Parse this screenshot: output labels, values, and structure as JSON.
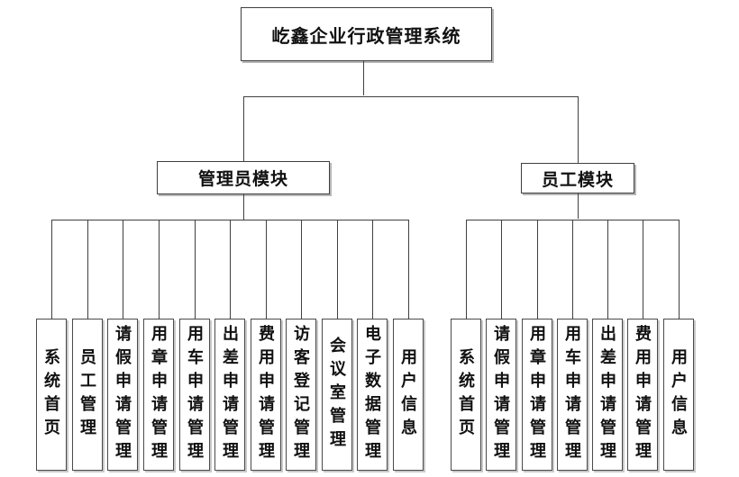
{
  "diagram": {
    "title": "屹鑫企业行政管理系统",
    "modules": [
      {
        "label": "管理员模块",
        "children": [
          "系统首页",
          "员工管理",
          "请假申请管理",
          "用章申请管理",
          "用车申请管理",
          "出差申请管理",
          "费用申请管理",
          "访客登记管理",
          "会议室管理",
          "电子数据管理",
          "用户信息"
        ]
      },
      {
        "label": "员工模块",
        "children": [
          "系统首页",
          "请假申请管理",
          "用章申请管理",
          "用车申请管理",
          "出差申请管理",
          "费用申请管理",
          "用户信息"
        ]
      }
    ],
    "colors": {
      "background": "#ffffff",
      "line": "#404040",
      "border": "#3f3f3f",
      "shadow": "#919191",
      "text": "#111111"
    }
  }
}
